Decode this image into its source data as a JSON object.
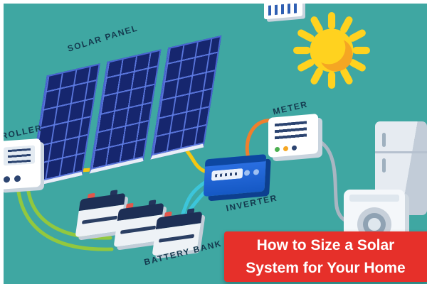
{
  "banner": {
    "line1": "How to Size a Solar",
    "line2": "System for Your Home"
  },
  "labels": {
    "solar_panel": "SOLAR PANEL",
    "controller": "ROLLER",
    "meter": "METER",
    "inverter": "INVERTER",
    "battery_bank": "BATTERY BANK"
  },
  "colors": {
    "background": "#3fa7a2",
    "banner_bg": "#e6302a",
    "banner_text": "#ffffff",
    "panel_blue": "#16266e",
    "panel_grid": "#5f7de6",
    "sun_yellow": "#ffd21f",
    "sun_orange": "#f5a623",
    "inverter_blue": "#1e63d6",
    "battery_navy": "#1d2f55",
    "wire_yellow": "#f4c712",
    "wire_orange": "#f07f2d",
    "wire_cyan": "#3cc5da",
    "wire_green": "#92c83e",
    "wire_grey": "#a9b6c2",
    "label_text": "#14394e"
  }
}
